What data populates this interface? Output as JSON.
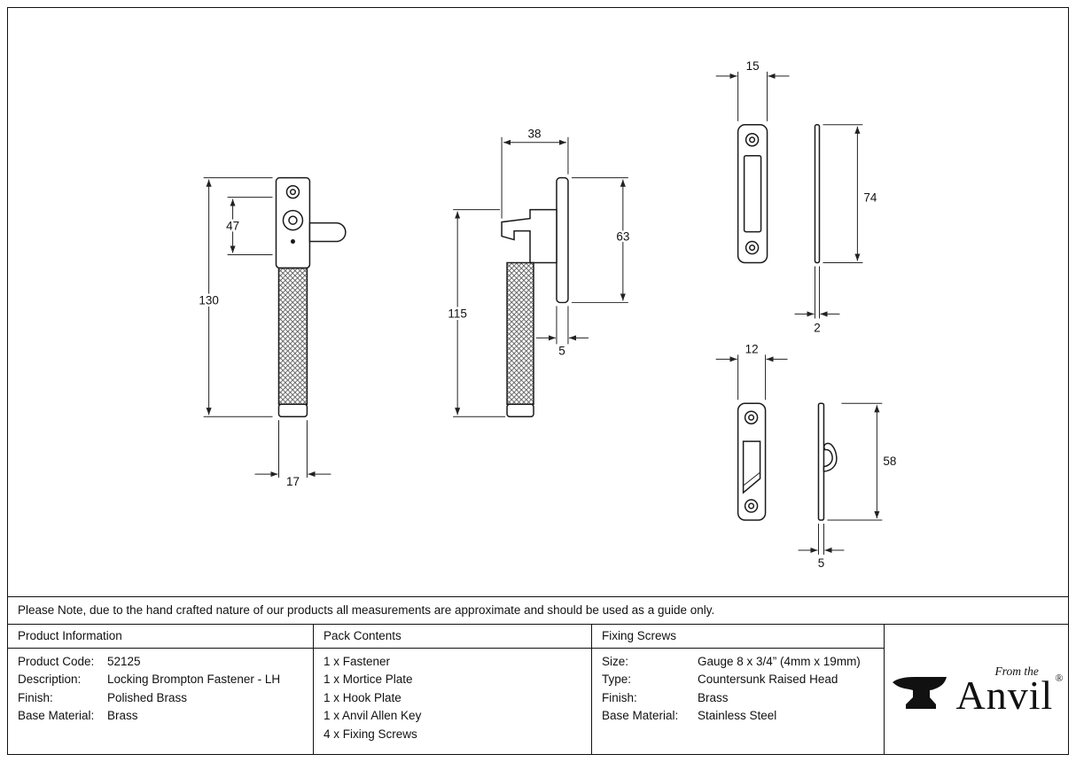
{
  "note": "Please Note, due to the hand crafted nature of our products all measurements are approximate and should be used as a guide only.",
  "table": {
    "product_information": {
      "header": "Product Information",
      "rows": [
        {
          "label": "Product Code:",
          "value": "52125"
        },
        {
          "label": "Description:",
          "value": "Locking Brompton Fastener - LH"
        },
        {
          "label": "Finish:",
          "value": "Polished Brass"
        },
        {
          "label": "Base Material:",
          "value": "Brass"
        }
      ]
    },
    "pack_contents": {
      "header": "Pack Contents",
      "items": [
        "1 x Fastener",
        "1 x Mortice Plate",
        "1 x Hook Plate",
        "1 x Anvil Allen Key",
        "4 x Fixing Screws"
      ]
    },
    "fixing_screws": {
      "header": "Fixing Screws",
      "rows": [
        {
          "label": "Size:",
          "value": "Gauge 8 x 3/4” (4mm x 19mm)"
        },
        {
          "label": "Type:",
          "value": "Countersunk Raised Head"
        },
        {
          "label": "Finish:",
          "value": "Brass"
        },
        {
          "label": "Base Material:",
          "value": "Stainless Steel"
        }
      ]
    }
  },
  "logo": {
    "prefix": "From the",
    "name": "Anvil",
    "registered": "®"
  },
  "dims": {
    "fastener_front": {
      "overall_height": "130",
      "plate_height": "47",
      "shaft_width": "17"
    },
    "fastener_side": {
      "depth": "38",
      "height": "115",
      "plate_height": "63",
      "plate_thickness": "5"
    },
    "mortice_plate": {
      "width": "15",
      "height": "74",
      "thickness": "2"
    },
    "hook_plate": {
      "width": "12",
      "height": "58",
      "thickness": "5"
    }
  }
}
